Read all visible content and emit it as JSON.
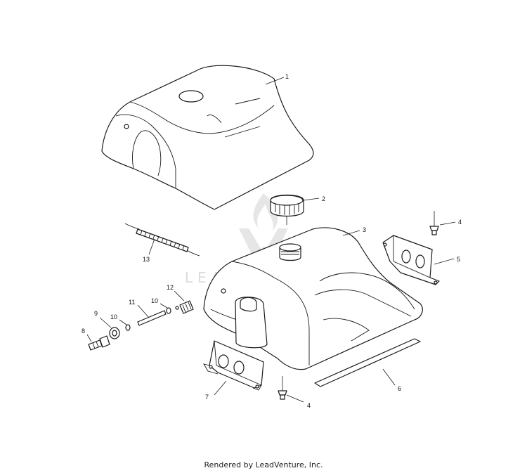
{
  "callouts": {
    "p1": "1",
    "p2": "2",
    "p3": "3",
    "p4a": "4",
    "p4b": "4",
    "p5": "5",
    "p6": "6",
    "p7": "7",
    "p8": "8",
    "p9": "9",
    "p10a": "10",
    "p10b": "10",
    "p11": "11",
    "p12": "12",
    "p13": "13"
  },
  "watermark": "LEADVENTURE",
  "credit": "Rendered by LeadVenture, Inc.",
  "colors": {
    "line": "#1a1a1a",
    "watermark": "#d9d9d9",
    "background": "#ffffff"
  }
}
